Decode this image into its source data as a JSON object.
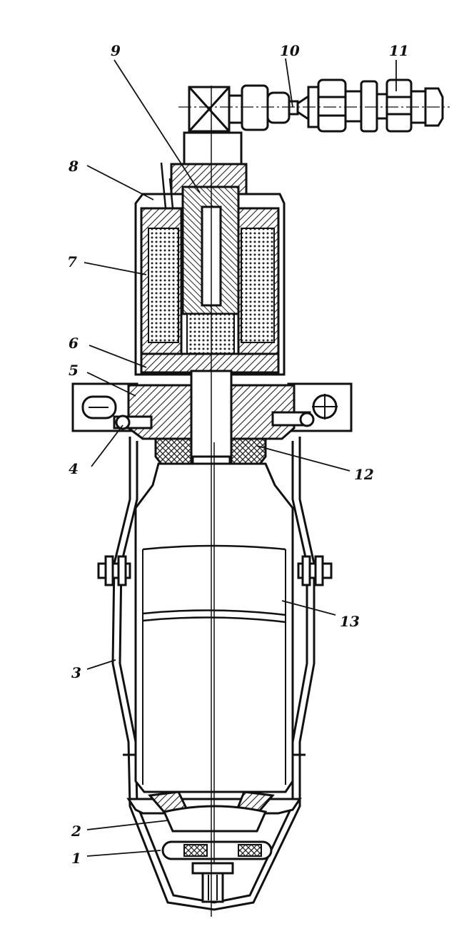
{
  "colors": {
    "ink": "#111111",
    "paper": "#ffffff",
    "hatch": "#222222"
  },
  "labels": {
    "l1": "1",
    "l2": "2",
    "l3": "3",
    "l4": "4",
    "l5": "5",
    "l6": "6",
    "l7": "7",
    "l8": "8",
    "l9": "9",
    "l10": "10",
    "l11": "11",
    "l12": "12",
    "l13": "13"
  }
}
